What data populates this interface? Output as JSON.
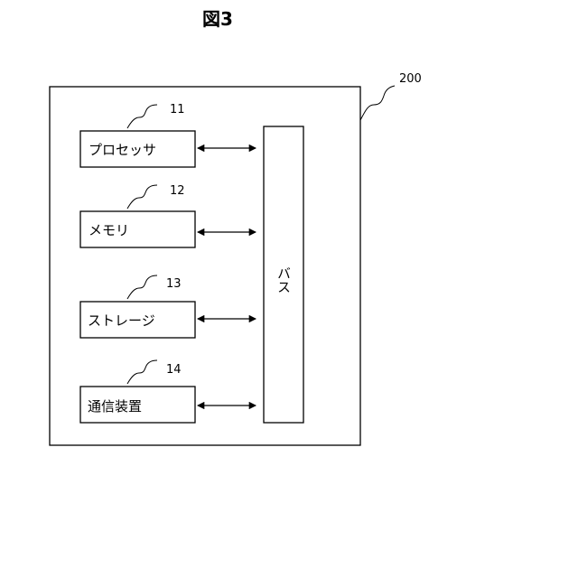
{
  "figure": {
    "title": "図3"
  },
  "device": {
    "ref": "200"
  },
  "bus": {
    "label": "バス"
  },
  "blocks": [
    {
      "ref": "11",
      "label": "プロセッサ"
    },
    {
      "ref": "12",
      "label": "メモリ"
    },
    {
      "ref": "13",
      "label": "ストレージ"
    },
    {
      "ref": "14",
      "label": "通信装置"
    }
  ]
}
